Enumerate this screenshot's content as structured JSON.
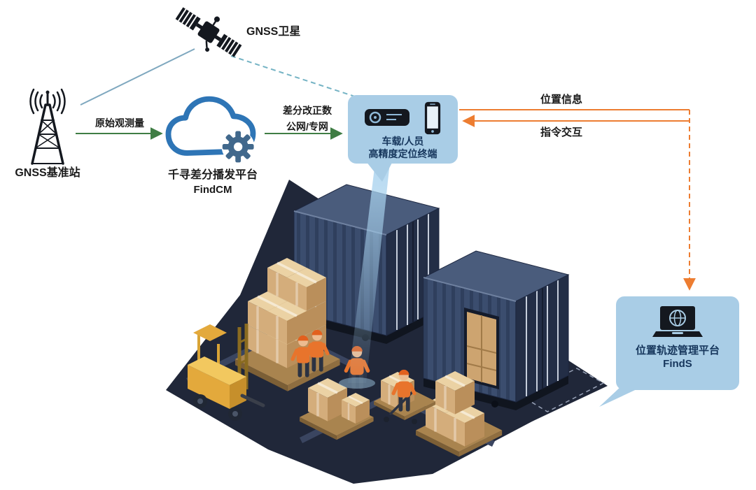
{
  "labels": {
    "satellite": "GNSS卫星",
    "base_station": "GNSS基准站",
    "raw_observation": "原始观测量",
    "cloud_name": "千寻差分播发平台",
    "cloud_product": "FindCM",
    "correction_line1": "差分改正数",
    "correction_line2": "公网/专网",
    "terminal_line1": "车载/人员",
    "terminal_line2": "高精度定位终端",
    "position_info": "位置信息",
    "command_interaction": "指令交互",
    "platform_name": "位置轨迹管理平台",
    "platform_product": "FindS"
  },
  "icons": {
    "satellite": "gnss-satellite-icon",
    "base_station": "radio-tower-icon",
    "cloud": "cloud-gear-icon",
    "terminal_device": "receiver-box-icon",
    "terminal_phone": "smartphone-icon",
    "platform": "laptop-globe-icon",
    "scene": "warehouse-isometric-illustration"
  },
  "colors": {
    "bubble_fill": "#A9CDE6",
    "bubble_text": "#16365C",
    "green_arrow": "#3F7D44",
    "orange_arrow": "#ED7D31",
    "cloud_blue": "#2E75B6",
    "satellite_link": "#74B3C4",
    "ground_dark": "#202739",
    "container_navy": "#3B4D6E",
    "crate_tan": "#D4AD7B"
  }
}
